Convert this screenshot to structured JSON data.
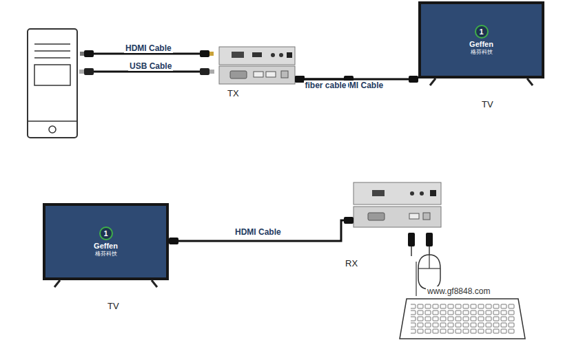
{
  "diagram": {
    "nodes": [
      {
        "text": [
          "TX"
        ]
      },
      {
        "text": [
          "1",
          "Geffen",
          "格芬科技",
          "TV"
        ]
      },
      {
        "text": [
          "RX"
        ]
      },
      {
        "text": [
          "1",
          "Geffen",
          "格芬科技",
          "TV"
        ]
      }
    ],
    "edges": [
      {
        "from": 0,
        "to": 1,
        "label": "HDMI Cable",
        "arrow": "none"
      },
      {
        "from": 0,
        "to": 2,
        "label": "fiber cable",
        "arrow": "none"
      },
      {
        "from": 2,
        "to": 3,
        "label": "HDMI Cable",
        "arrow": "none"
      }
    ],
    "labels": [
      "HDMI Cable",
      "USB Cable",
      "www.gf8848.com"
    ]
  }
}
